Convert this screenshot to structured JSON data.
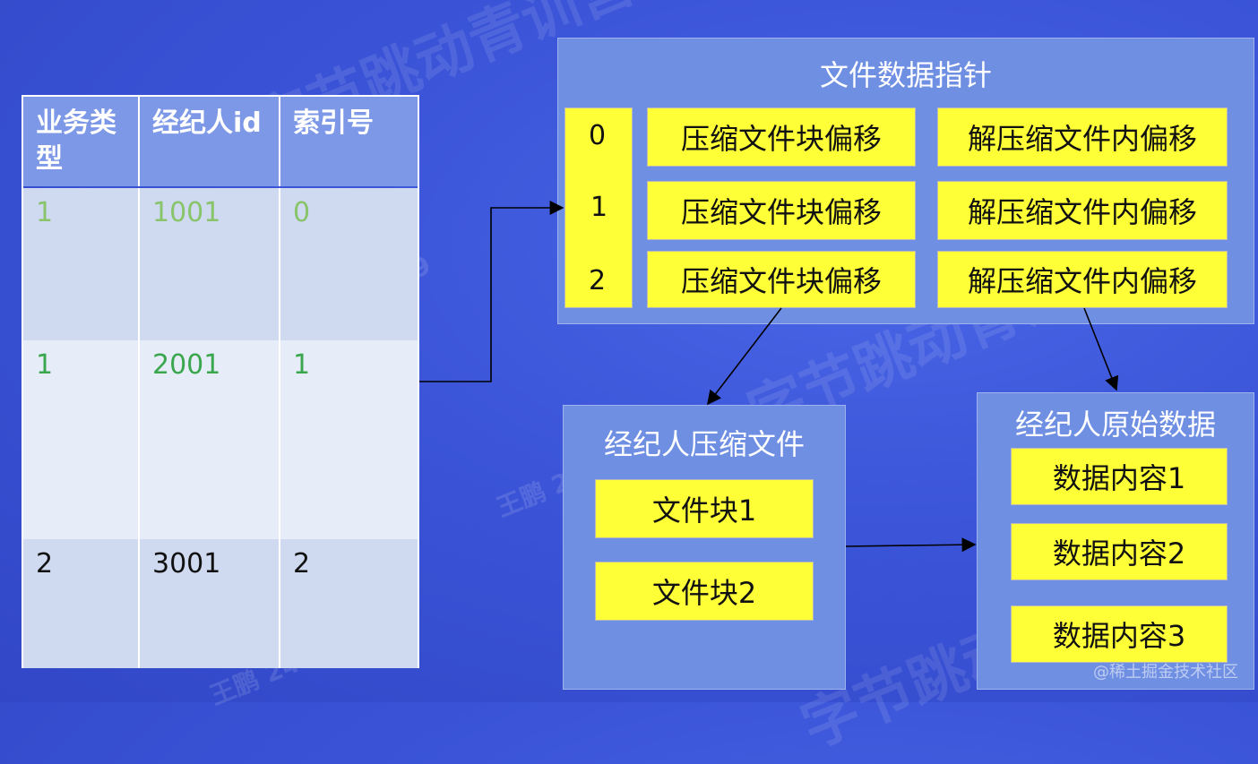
{
  "watermark": {
    "company": "字节跳动青训营",
    "user": "王鹏 2469"
  },
  "table": {
    "headers": [
      "业务类型",
      "经纪人id",
      "索引号"
    ],
    "rows": [
      [
        "1",
        "1001",
        "0"
      ],
      [
        "1",
        "2001",
        "1"
      ],
      [
        "2",
        "3001",
        "2"
      ]
    ]
  },
  "pointer": {
    "title": "文件数据指针",
    "rows": [
      {
        "index": "0",
        "compressed": "压缩文件块偏移",
        "uncompressed": "解压缩文件内偏移"
      },
      {
        "index": "1",
        "compressed": "压缩文件块偏移",
        "uncompressed": "解压缩文件内偏移"
      },
      {
        "index": "2",
        "compressed": "压缩文件块偏移",
        "uncompressed": "解压缩文件内偏移"
      }
    ]
  },
  "compressed_file": {
    "title": "经纪人压缩文件",
    "blocks": [
      "文件块1",
      "文件块2"
    ]
  },
  "raw_data": {
    "title": "经纪人原始数据",
    "items": [
      "数据内容1",
      "数据内容2",
      "数据内容3"
    ]
  },
  "credit": "@稀土掘金技术社区",
  "colors": {
    "background": "#3b54d8",
    "panel": "#6f8fe3",
    "box": "#ffff38",
    "green_light": "#88c46a",
    "green": "#3aa74e"
  }
}
